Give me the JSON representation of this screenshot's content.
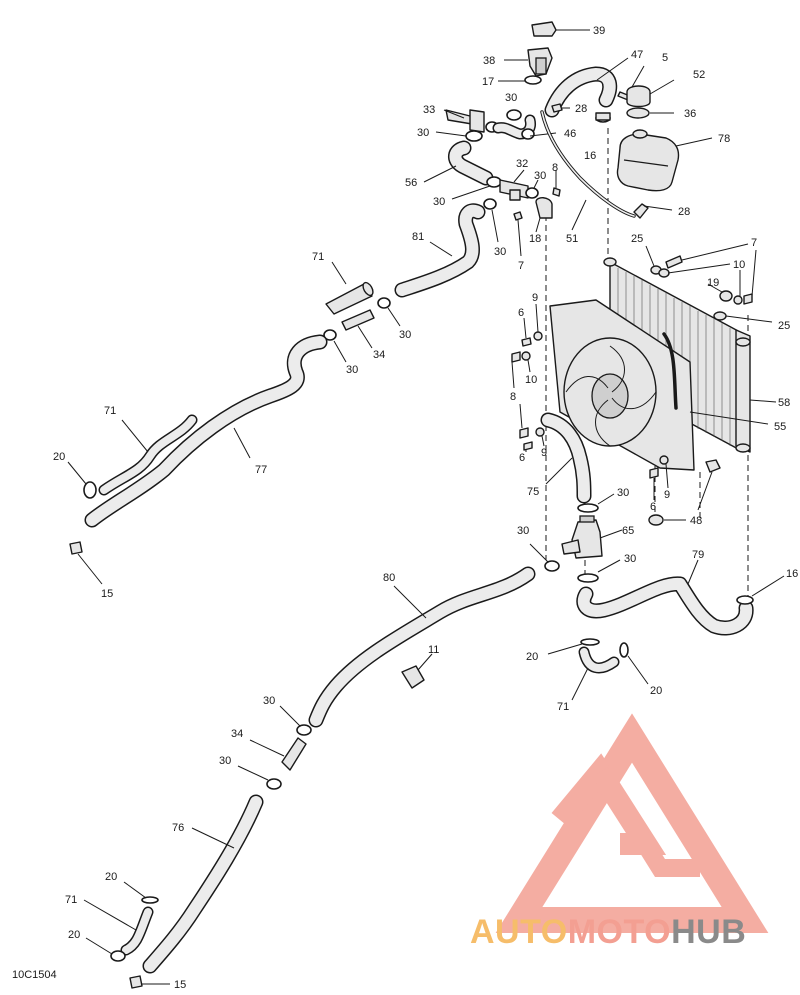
{
  "figure": {
    "reference": "10C1504",
    "callouts": [
      {
        "id": "c39",
        "label": "39"
      },
      {
        "id": "c38",
        "label": "38"
      },
      {
        "id": "c47",
        "label": "47"
      },
      {
        "id": "c5",
        "label": "5"
      },
      {
        "id": "c17",
        "label": "17"
      },
      {
        "id": "c30a",
        "label": "30"
      },
      {
        "id": "c52",
        "label": "52"
      },
      {
        "id": "c33",
        "label": "33"
      },
      {
        "id": "c28a",
        "label": "28"
      },
      {
        "id": "c36",
        "label": "36"
      },
      {
        "id": "c30b",
        "label": "30"
      },
      {
        "id": "c46",
        "label": "46"
      },
      {
        "id": "c16a",
        "label": "16"
      },
      {
        "id": "c78",
        "label": "78"
      },
      {
        "id": "c32",
        "label": "32"
      },
      {
        "id": "c8a",
        "label": "8"
      },
      {
        "id": "c56",
        "label": "56"
      },
      {
        "id": "c30c",
        "label": "30"
      },
      {
        "id": "c30d",
        "label": "30"
      },
      {
        "id": "c28b",
        "label": "28"
      },
      {
        "id": "c18",
        "label": "18"
      },
      {
        "id": "c51",
        "label": "51"
      },
      {
        "id": "c81",
        "label": "81"
      },
      {
        "id": "c30e",
        "label": "30"
      },
      {
        "id": "c7a",
        "label": "7"
      },
      {
        "id": "c25a",
        "label": "25"
      },
      {
        "id": "c7b",
        "label": "7"
      },
      {
        "id": "c71a",
        "label": "71"
      },
      {
        "id": "c10a",
        "label": "10"
      },
      {
        "id": "c19",
        "label": "19"
      },
      {
        "id": "c9a",
        "label": "9"
      },
      {
        "id": "c6a",
        "label": "6"
      },
      {
        "id": "c30f",
        "label": "30"
      },
      {
        "id": "c25b",
        "label": "25"
      },
      {
        "id": "c34a",
        "label": "34"
      },
      {
        "id": "c30g",
        "label": "30"
      },
      {
        "id": "c10b",
        "label": "10"
      },
      {
        "id": "c8b",
        "label": "8"
      },
      {
        "id": "c58",
        "label": "58"
      },
      {
        "id": "c71b",
        "label": "71"
      },
      {
        "id": "c55",
        "label": "55"
      },
      {
        "id": "c6b",
        "label": "6"
      },
      {
        "id": "c9b",
        "label": "9"
      },
      {
        "id": "c20a",
        "label": "20"
      },
      {
        "id": "c77",
        "label": "77"
      },
      {
        "id": "c75",
        "label": "75"
      },
      {
        "id": "c30h",
        "label": "30"
      },
      {
        "id": "c9c",
        "label": "9"
      },
      {
        "id": "c6c",
        "label": "6"
      },
      {
        "id": "c48",
        "label": "48"
      },
      {
        "id": "c65",
        "label": "65"
      },
      {
        "id": "c30i",
        "label": "30"
      },
      {
        "id": "c30j",
        "label": "30"
      },
      {
        "id": "c15a",
        "label": "15"
      },
      {
        "id": "c79",
        "label": "79"
      },
      {
        "id": "c80",
        "label": "80"
      },
      {
        "id": "c16b",
        "label": "16"
      },
      {
        "id": "c11",
        "label": "11"
      },
      {
        "id": "c20b",
        "label": "20"
      },
      {
        "id": "c20c",
        "label": "20"
      },
      {
        "id": "c71c",
        "label": "71"
      },
      {
        "id": "c30k",
        "label": "30"
      },
      {
        "id": "c34b",
        "label": "34"
      },
      {
        "id": "c30l",
        "label": "30"
      },
      {
        "id": "c76",
        "label": "76"
      },
      {
        "id": "c20d",
        "label": "20"
      },
      {
        "id": "c71d",
        "label": "71"
      },
      {
        "id": "c20e",
        "label": "20"
      },
      {
        "id": "c15b",
        "label": "15"
      }
    ]
  },
  "watermark": {
    "words": [
      "AUTO",
      "MOTO",
      "HUB"
    ],
    "colors": {
      "auto": "#f6bd6a",
      "moto": "#f39f92",
      "hub": "#8a8a8a",
      "emblem": "#f39f92"
    }
  }
}
